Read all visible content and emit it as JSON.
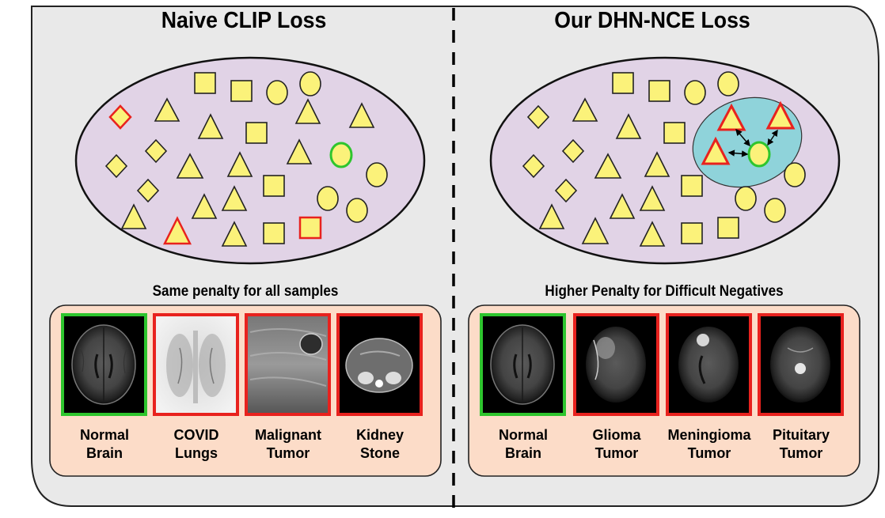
{
  "left_panel": {
    "title": "Naive CLIP Loss",
    "subtitle": "Same penalty for all samples",
    "images": [
      {
        "line1": "Normal",
        "line2": "Brain",
        "kind": "positive"
      },
      {
        "line1": "COVID",
        "line2": "Lungs",
        "kind": "negative"
      },
      {
        "line1": "Malignant",
        "line2": "Tumor",
        "kind": "negative"
      },
      {
        "line1": "Kidney",
        "line2": "Stone",
        "kind": "negative"
      }
    ]
  },
  "right_panel": {
    "title": "Our DHN-NCE Loss",
    "subtitle": "Higher Penalty for Difficult Negatives",
    "images": [
      {
        "line1": "Normal",
        "line2": "Brain",
        "kind": "positive"
      },
      {
        "line1": "Glioma",
        "line2": "Tumor",
        "kind": "negative"
      },
      {
        "line1": "Meningioma",
        "line2": "Tumor",
        "kind": "negative"
      },
      {
        "line1": "Pituitary",
        "line2": "Tumor",
        "kind": "negative"
      }
    ]
  },
  "colors": {
    "panel_bg": "#e9e9e9",
    "ellipse_fill": "#e1d3e6",
    "shape_fill": "#fbf27a",
    "positive_border": "#2ec52e",
    "negative_border": "#e8221e",
    "cluster_fill": "#8fd3da",
    "image_panel_bg": "#fcdcc8"
  }
}
